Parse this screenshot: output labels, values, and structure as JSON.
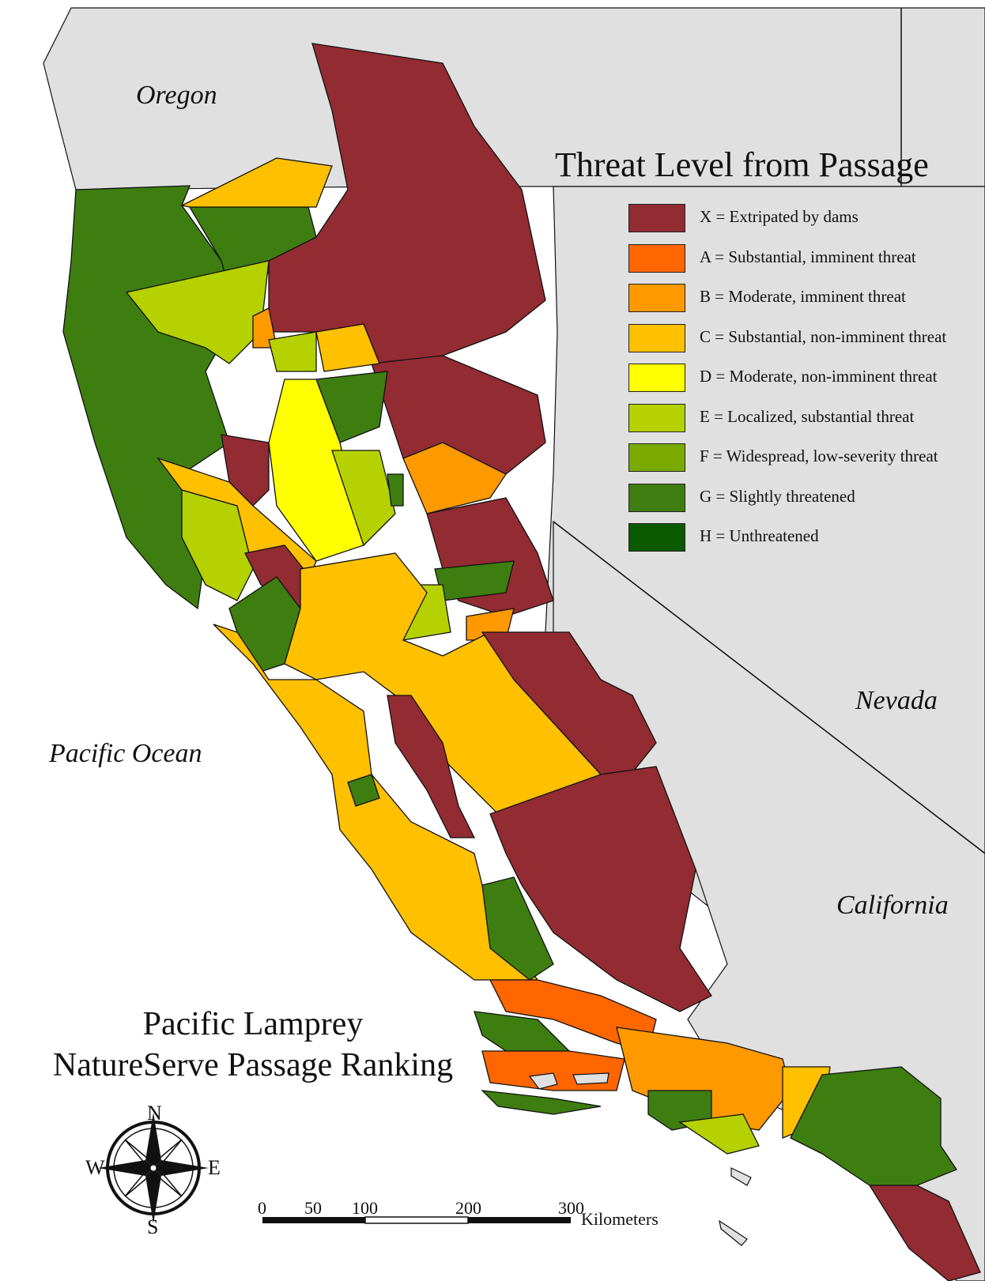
{
  "legend": {
    "title": "Threat Level from Passage",
    "items": [
      {
        "label": "X = Extripated by dams",
        "color": "#922B32"
      },
      {
        "label": "A = Substantial, imminent threat",
        "color": "#FF6600"
      },
      {
        "label": "B = Moderate, imminent threat",
        "color": "#FF9900"
      },
      {
        "label": "C = Substantial, non-imminent threat",
        "color": "#FFC000"
      },
      {
        "label": "D = Moderate, non-imminent threat",
        "color": "#FFFF00"
      },
      {
        "label": "E = Localized, substantial threat",
        "color": "#B5D100"
      },
      {
        "label": "F = Widespread, low-severity threat",
        "color": "#7AAA00"
      },
      {
        "label": "G = Slightly threatened",
        "color": "#3E7D10"
      },
      {
        "label": "H = Unthreatened",
        "color": "#0B5A00"
      }
    ]
  },
  "labels": {
    "oregon": "Oregon",
    "nevada": "Nevada",
    "california": "California",
    "pacific_ocean": "Pacific Ocean"
  },
  "map_title": {
    "line1": "Pacific Lamprey",
    "line2": "NatureServe Passage Ranking"
  },
  "compass": {
    "n": "N",
    "s": "S",
    "e": "E",
    "w": "W"
  },
  "scale_bar": {
    "ticks": [
      "0",
      "50",
      "100",
      "200",
      "300"
    ],
    "unit": "Kilometers"
  },
  "colors": {
    "land": "#E0E0E0",
    "ocean": "#FFFFFF",
    "border": "#111111"
  }
}
